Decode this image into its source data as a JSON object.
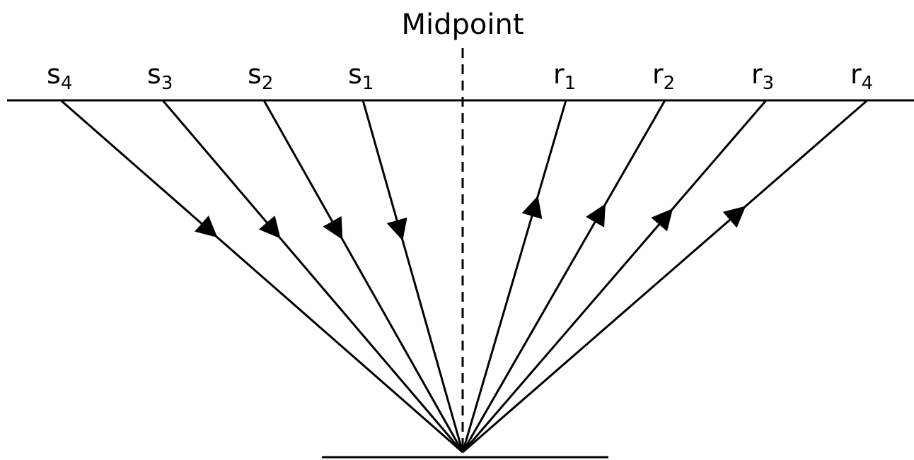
{
  "title": "Midpoint",
  "colors": {
    "ink": "#000000",
    "background": "#ffffff"
  },
  "sources": [
    {
      "letter": "s",
      "index": "4"
    },
    {
      "letter": "s",
      "index": "3"
    },
    {
      "letter": "s",
      "index": "2"
    },
    {
      "letter": "s",
      "index": "1"
    }
  ],
  "receivers": [
    {
      "letter": "r",
      "index": "1"
    },
    {
      "letter": "r",
      "index": "2"
    },
    {
      "letter": "r",
      "index": "3"
    },
    {
      "letter": "r",
      "index": "4"
    }
  ]
}
